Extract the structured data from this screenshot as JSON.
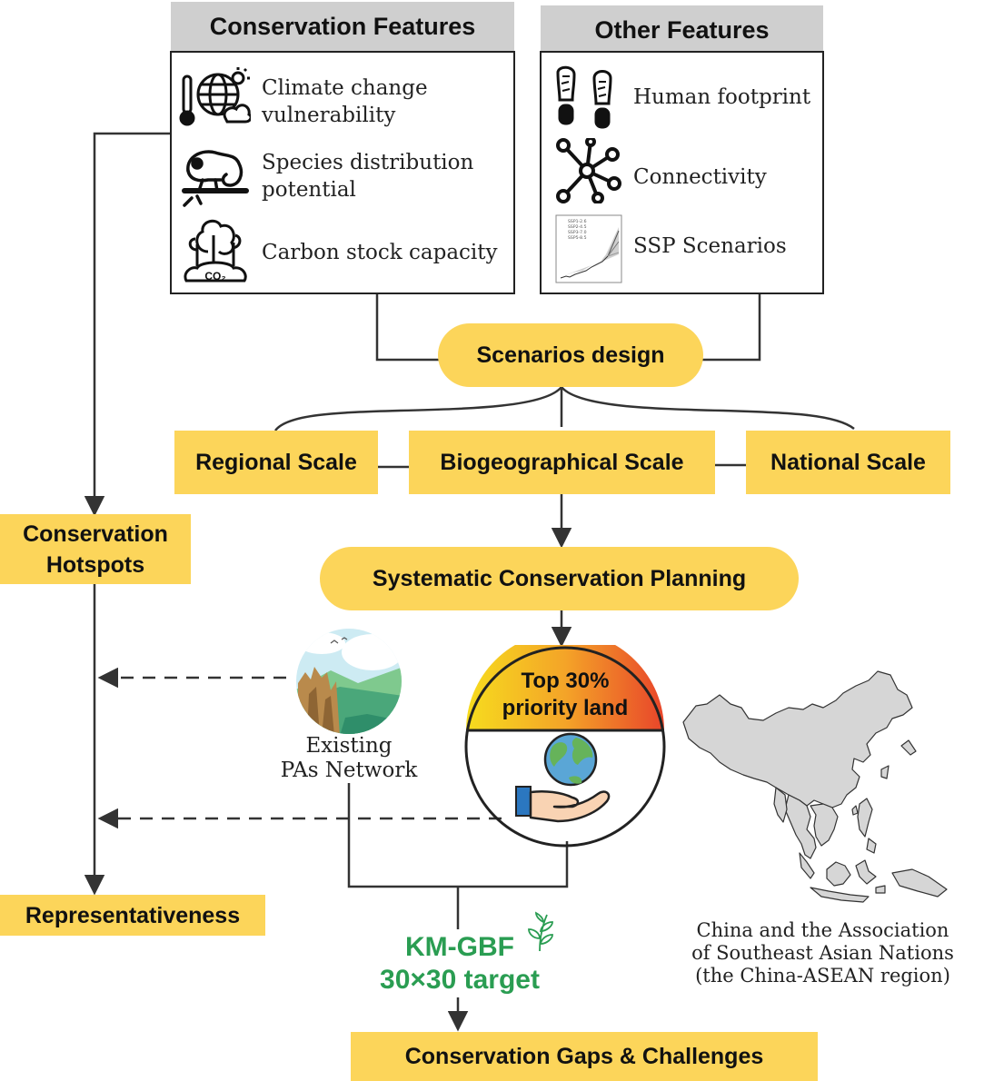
{
  "conservation_features": {
    "title": "Conservation Features",
    "items": [
      {
        "label": "Climate change vulnerability",
        "line1": "Climate change",
        "line2": "vulnerability"
      },
      {
        "label": "Species distribution potential",
        "line1": "Species distribution",
        "line2": "potential"
      },
      {
        "label": "Carbon stock capacity"
      }
    ],
    "co2_label": "CO₂"
  },
  "other_features": {
    "title": "Other Features",
    "items": [
      {
        "label": "Human footprint"
      },
      {
        "label": "Connectivity"
      },
      {
        "label": "SSP Scenarios"
      }
    ],
    "ssp_legend": [
      "SSP1-2.6",
      "SSP2-4.5",
      "SSP3-7.0",
      "SSP5-8.5"
    ]
  },
  "scenarios_design": "Scenarios design",
  "scales": {
    "regional": "Regional Scale",
    "biogeographical": "Biogeographical Scale",
    "national": "National Scale"
  },
  "systematic_planning": "Systematic Conservation Planning",
  "conservation_hotspots": {
    "line1": "Conservation",
    "line2": "Hotspots"
  },
  "representativeness": "Representativeness",
  "existing_pas": {
    "line1": "Existing",
    "line2": "PAs Network"
  },
  "top_priority": {
    "line1": "Top 30%",
    "line2": "priority land"
  },
  "kmgbf": {
    "line1": "KM-GBF",
    "line2": "30×30 target"
  },
  "conservation_gaps": "Conservation Gaps & Challenges",
  "region": {
    "line1": "China and the Association",
    "line2": "of  Southeast Asian Nations",
    "line3": "(the China-ASEAN region)"
  },
  "colors": {
    "yellow_box": "#fcd55a",
    "header_gray": "#cfcfcf",
    "green_text": "#2a9d52",
    "line": "#333333",
    "map_fill": "#d6d6d6"
  }
}
